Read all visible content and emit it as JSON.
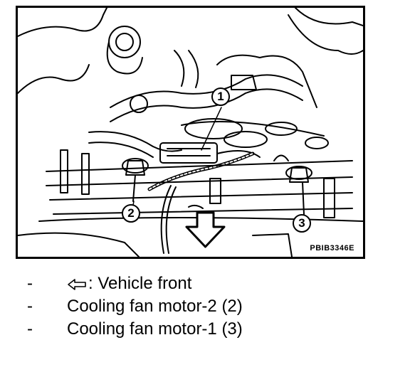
{
  "figure": {
    "code": "PBIB3346E",
    "callouts": [
      "1",
      "2",
      "3"
    ]
  },
  "legend": {
    "items": [
      {
        "dash": "-",
        "icon": "front-arrow-icon",
        "text": ": Vehicle front"
      },
      {
        "dash": "-",
        "text": "Cooling fan motor-2 (2)"
      },
      {
        "dash": "-",
        "text": "Cooling fan motor-1 (3)"
      }
    ]
  }
}
